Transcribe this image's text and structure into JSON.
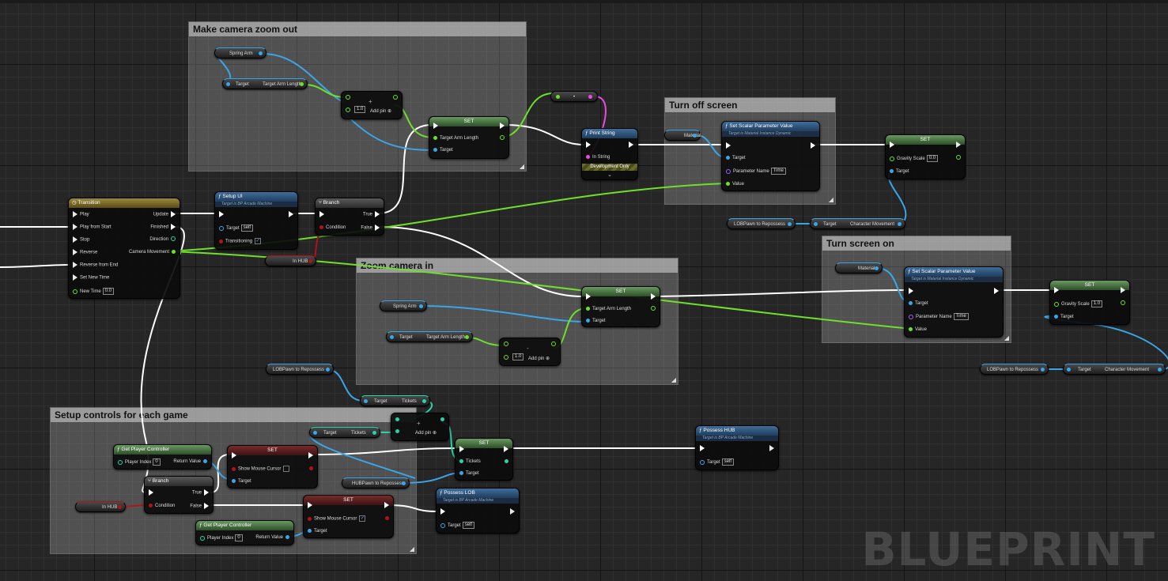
{
  "graph": {
    "watermark": "BLUEPRINT"
  },
  "colors": {
    "exec": "#ffffff",
    "object_pin": "#3aa6e8",
    "float_pin": "#6ee02a",
    "bool_pin": "#b0141a",
    "string_pin": "#e84ce0",
    "int_pin": "#26d4a6",
    "name_pin": "#9a62f0",
    "function_header": "#3f6e9a",
    "pure_header": "#6a9a60",
    "timeline_header": "#9a8a3a"
  },
  "comments": {
    "zoom_out": "Make camera zoom out",
    "turn_off": "Turn off screen",
    "zoom_in": "Zoom camera in",
    "turn_on": "Turn screen on",
    "controls": "Setup controls for each game"
  },
  "vars": {
    "spring_arm": "Spring Arm",
    "material": "Material",
    "lob_pawn": "LOBPawn to Repossess",
    "in_hub": "In HUB",
    "hub_pawn": "HUBPawn to Repossess"
  },
  "pins": {
    "target": "Target",
    "target_arm_length": "Target Arm Length",
    "add_pin": "Add pin",
    "in_string": "In String",
    "dev_only": "Development Only",
    "parameter_name": "Parameter Name",
    "value": "Value",
    "gravity_scale": "Gravity Scale",
    "character_movement": "Character Movement",
    "condition": "Condition",
    "true": "True",
    "false": "False",
    "transitioning": "Transitioning",
    "tickets": "Tickets",
    "player_index": "Player Index",
    "return_value": "Return Value",
    "show_mouse_cursor": "Show Mouse Cursor"
  },
  "values": {
    "one": "1.0",
    "zero": "0.0",
    "self": "self",
    "time": "Time",
    "index0": "0",
    "new_time": "0.0"
  },
  "nodes": {
    "set": "SET",
    "print_string": "Print String",
    "set_scalar": "Set Scalar Parameter Value",
    "set_scalar_sub": "Target is Material Instance Dynamic",
    "setup_ui": "Setup UI",
    "setup_ui_sub": "Target is BP Arcade Machine",
    "branch": "Branch",
    "get_pc": "Get Player Controller",
    "possess_hub": "Possess HUB",
    "possess_lob": "Possess LOB",
    "possess_sub": "Target is BP Arcade Machine"
  },
  "transition": {
    "title": "Transition",
    "inputs": [
      "Play",
      "Play from Start",
      "Stop",
      "Reverse",
      "Reverse from End",
      "Set New Time",
      "New Time"
    ],
    "outputs": [
      "Update",
      "Finished",
      "Direction",
      "Camera Movement"
    ]
  }
}
